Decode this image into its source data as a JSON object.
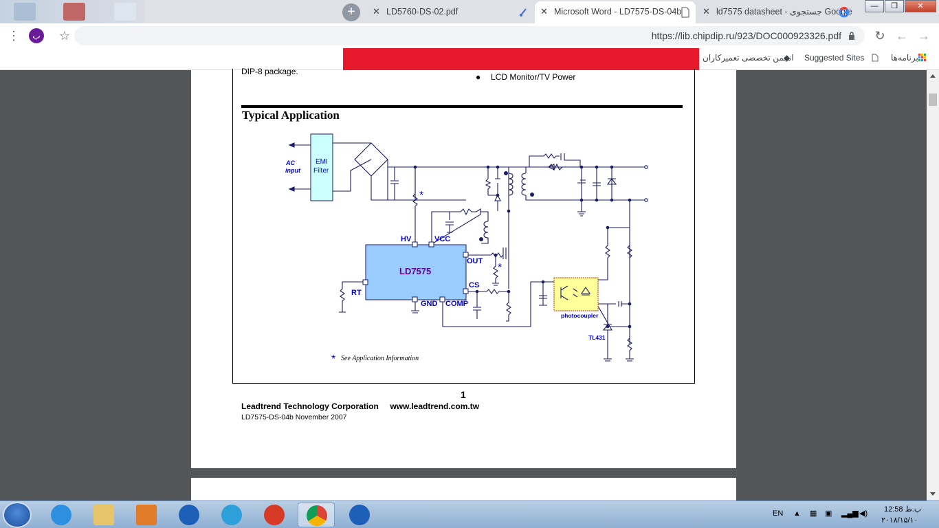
{
  "tabs": [
    {
      "title": "LD5760-DS-02.pdf",
      "active": false
    },
    {
      "title": "Microsoft Word - LD7575-DS-04b",
      "active": true
    },
    {
      "title": "ld7575 datasheet - جستجوی Google",
      "active": false
    }
  ],
  "window_controls": {
    "minimize": "—",
    "maximize": "❐",
    "close": "✕"
  },
  "toolbar": {
    "profile_letter": "ب",
    "url": "https://lib.chipdip.ru/923/DOC000923326.pdf"
  },
  "bookmarks": {
    "apps_label": "برنامه‌ها",
    "suggested_sites": "Suggested Sites",
    "forum": "انجمن تخصصی تعمیرکاران"
  },
  "pdf": {
    "top_left_text": "DIP-8 package.",
    "bullet_text": "LCD Monitor/TV Power",
    "heading": "Typical Application",
    "schematic": {
      "emi_line1": "EMI",
      "emi_line2": "Filter",
      "ac_line1": "AC",
      "ac_line2": "input",
      "ic_name": "LD7575",
      "pin_hv": "HV",
      "pin_vcc": "VCC",
      "pin_out": "OUT",
      "pin_cs": "CS",
      "pin_rt": "RT",
      "pin_gnd": "GND",
      "pin_comp": "COMP",
      "photocoupler": "photocoupler",
      "tl431": "TL431",
      "note": "See Application Information",
      "asterisk": "*"
    },
    "page_number": "1",
    "company": "Leadtrend Technology Corporation     www.leadtrend.com.tw",
    "doc_id": "LD7575-DS-04b November 2007"
  },
  "taskbar": {
    "language": "EN",
    "time": "12:58 ب.ظ",
    "date": "۲۰۱۸/۱۵/۱۰"
  },
  "colors": {
    "ic_fill": "#99ccff",
    "emi_fill": "#ccffff",
    "photocoupler_fill": "#ffff99",
    "label_blue": "#0000cc",
    "ic_text": "#660099",
    "bookmark_red": "#e8192c"
  }
}
